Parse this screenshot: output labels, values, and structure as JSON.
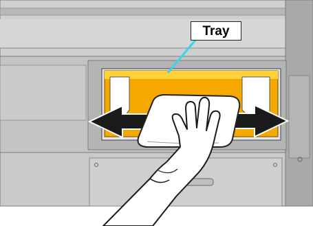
{
  "callout": {
    "label": "Tray"
  },
  "colors": {
    "machine_body": "#c9c9c9",
    "machine_shadow": "#9a9a9a",
    "tray_yellow": "#f5a800",
    "tray_highlight": "#ffd23a",
    "leader_line": "#37d6e8",
    "arrow": "#1a1a1a",
    "outline": "#222222"
  },
  "icons": [
    "gloved-hand",
    "cloth",
    "left-arrow",
    "right-arrow"
  ]
}
